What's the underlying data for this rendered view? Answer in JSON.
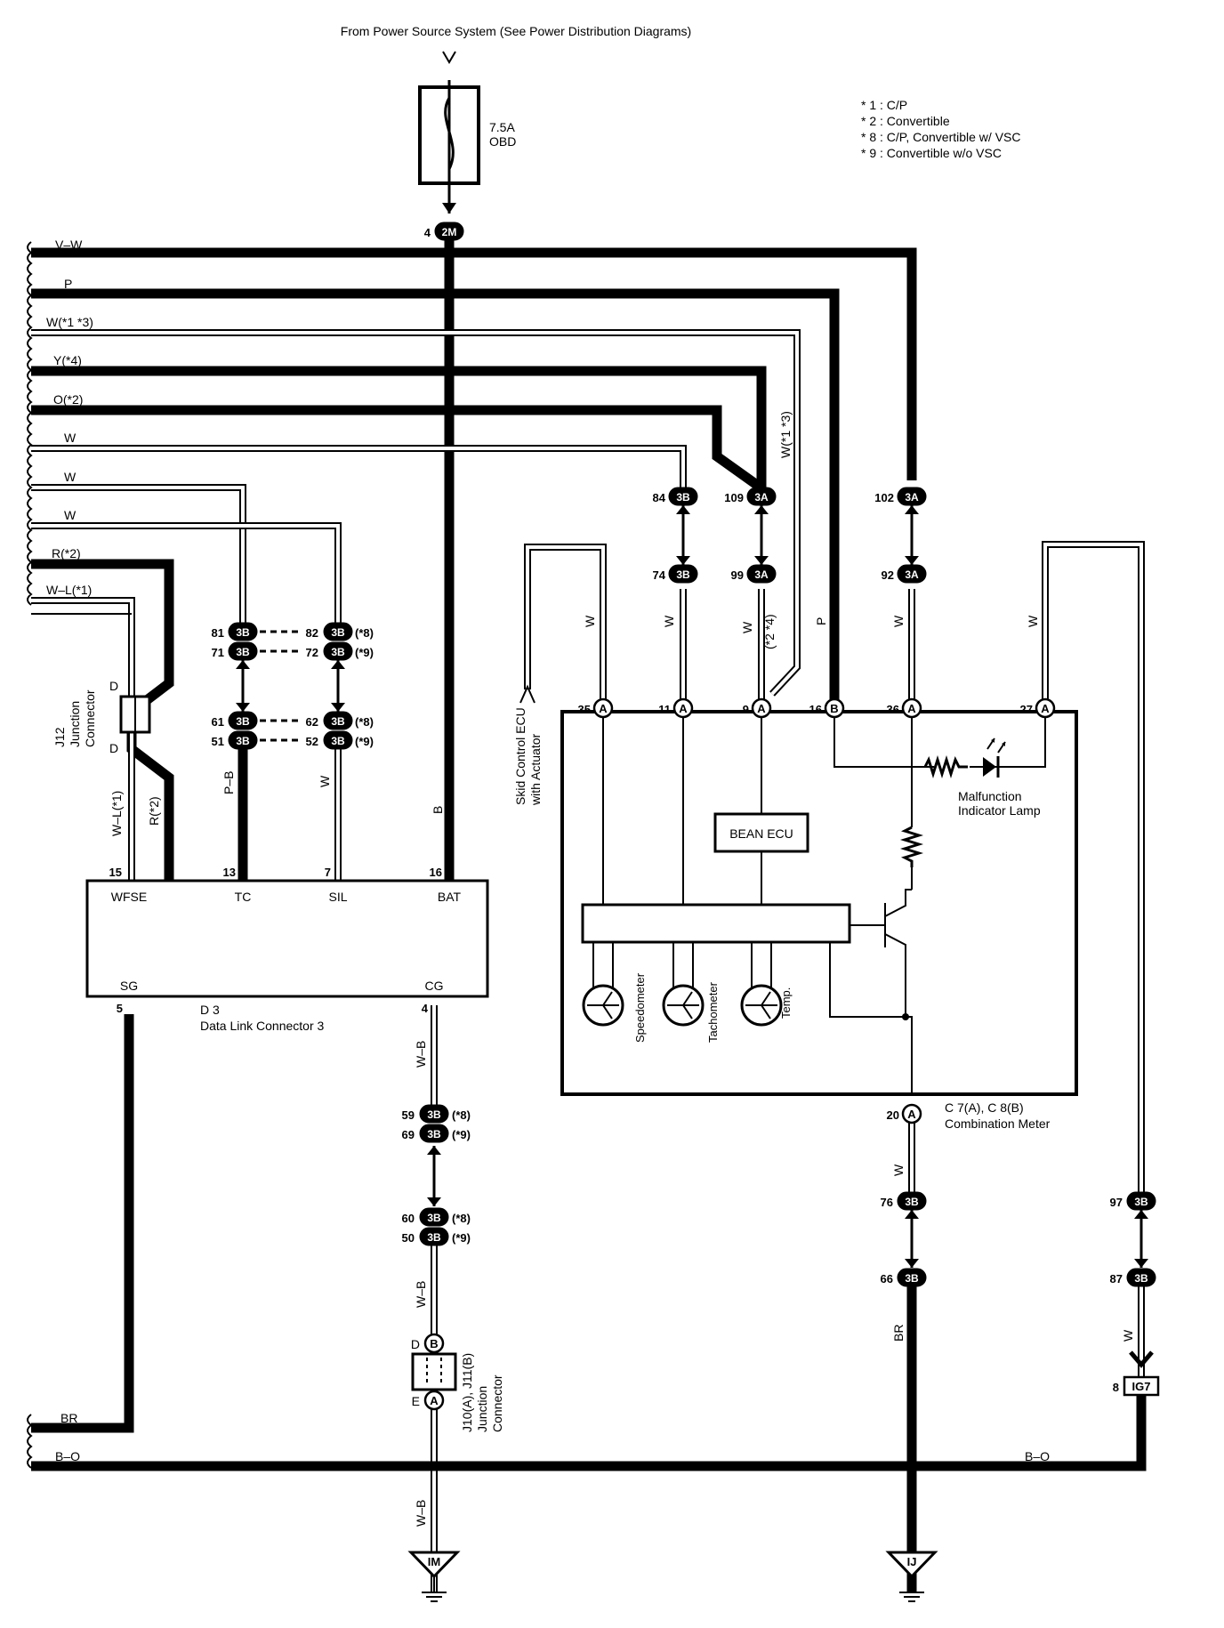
{
  "header": {
    "source_text": "From Power Source System (See Power Distribution Diagrams)"
  },
  "notes": [
    "* 1 : C/P",
    "* 2 : Convertible",
    "* 8 : C/P,  Convertible w/ VSC",
    "* 9 : Convertible w/o VSC"
  ],
  "fuse": {
    "rating": "7.5A",
    "name": "OBD"
  },
  "wire_labels": {
    "vw": "V–W",
    "p": "P",
    "w13": "W(*1 *3)",
    "y4": "Y(*4)",
    "o2": "O(*2)",
    "w_a": "W",
    "w_b": "W",
    "w_c": "W",
    "r2": "R(*2)",
    "wl1": "W–L(*1)",
    "wl1_v": "W–L(*1)",
    "r2_v": "R(*2)",
    "pb": "P–B",
    "w_sil": "W",
    "b_bat": "B",
    "w_skid": "W",
    "w_74": "W",
    "w_99": "W",
    "w24": "(*2 *4)",
    "w13_v": "W(*1 *3)",
    "p_16": "P",
    "w_92": "W",
    "w_27": "W",
    "wb_1": "W–B",
    "wb_2": "W–B",
    "wb_3": "W–B",
    "w_76": "W",
    "br_66": "BR",
    "w_87": "W",
    "br_left": "BR",
    "bo_left": "B–O",
    "bo_right": "B–O"
  },
  "connectors": {
    "c2m": {
      "pin": "4",
      "code": "2M"
    },
    "c84": {
      "pin": "84",
      "code": "3B"
    },
    "c74": {
      "pin": "74",
      "code": "3B"
    },
    "c109": {
      "pin": "109",
      "code": "3A"
    },
    "c99": {
      "pin": "99",
      "code": "3A"
    },
    "c102": {
      "pin": "102",
      "code": "3A"
    },
    "c92": {
      "pin": "92",
      "code": "3A"
    },
    "c81": {
      "pin": "81",
      "code": "3B"
    },
    "c71": {
      "pin": "71",
      "code": "3B"
    },
    "c82": {
      "pin": "82",
      "code": "3B",
      "note": "(*8)"
    },
    "c72": {
      "pin": "72",
      "code": "3B",
      "note": "(*9)"
    },
    "c61": {
      "pin": "61",
      "code": "3B"
    },
    "c51": {
      "pin": "51",
      "code": "3B"
    },
    "c62": {
      "pin": "62",
      "code": "3B",
      "note": "(*8)"
    },
    "c52": {
      "pin": "52",
      "code": "3B",
      "note": "(*9)"
    },
    "c59": {
      "pin": "59",
      "code": "3B",
      "note": "(*8)"
    },
    "c69": {
      "pin": "69",
      "code": "3B",
      "note": "(*9)"
    },
    "c60": {
      "pin": "60",
      "code": "3B",
      "note": "(*8)"
    },
    "c50": {
      "pin": "50",
      "code": "3B",
      "note": "(*9)"
    },
    "c76": {
      "pin": "76",
      "code": "3B"
    },
    "c66": {
      "pin": "66",
      "code": "3B"
    },
    "c97": {
      "pin": "97",
      "code": "3B"
    },
    "c87": {
      "pin": "87",
      "code": "3B"
    },
    "ig7": {
      "pin": "8",
      "code": "IG7"
    }
  },
  "meter": {
    "pins": [
      {
        "num": "35",
        "code": "A"
      },
      {
        "num": "11",
        "code": "A"
      },
      {
        "num": "9",
        "code": "A"
      },
      {
        "num": "16",
        "code": "B"
      },
      {
        "num": "36",
        "code": "A"
      },
      {
        "num": "27",
        "code": "A"
      }
    ],
    "ground_pin": {
      "num": "20",
      "code": "A"
    },
    "name_line1": "C 7(A), C 8(B)",
    "name_line2": "Combination Meter",
    "bean_ecu": "BEAN ECU",
    "gauges": [
      "Speedometer",
      "Tachometer",
      "Temp."
    ],
    "lamp_line1": "Malfunction",
    "lamp_line2": "Indicator Lamp"
  },
  "skid_ecu": {
    "line1": "Skid Control ECU",
    "line2": "with Actuator"
  },
  "junction_j12": {
    "name_line1": "J12",
    "name_line2": "Junction",
    "name_line3": "Connector",
    "pin_top": "D",
    "pin_bottom": "D"
  },
  "dlc": {
    "pins_top": [
      {
        "num": "15",
        "name": "WFSE"
      },
      {
        "num": "13",
        "name": "TC"
      },
      {
        "num": "7",
        "name": "SIL"
      },
      {
        "num": "16",
        "name": "BAT"
      }
    ],
    "pins_bottom": [
      {
        "num": "5",
        "name": "SG"
      },
      {
        "num": "4",
        "name": "CG"
      }
    ],
    "name_line1": "D 3",
    "name_line2": "Data Link Connector 3"
  },
  "junction_j10": {
    "pin_top": "D",
    "code_top": "B",
    "pin_bottom": "E",
    "code_bottom": "A",
    "line1": "J10(A), J11(B)",
    "line2": "Junction",
    "line3": "Connector"
  },
  "grounds": {
    "left": "IM",
    "right": "IJ"
  }
}
